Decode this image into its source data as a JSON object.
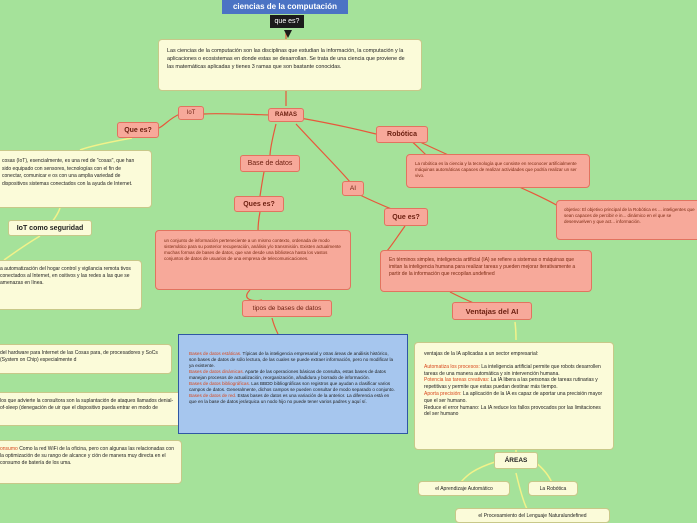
{
  "title": "ciencias de la computación",
  "question_top": "que es?",
  "definition": "Las ciencias de la computación son las disciplinas que estudian la información, la computación y la aplicaciones o ecosistemas en donde estas se desarrollan. Se trata de una ciencia que proviene de las matemáticas aplicadas y tienes 3 ramas que son bastante conocidas.",
  "ramas": "RAMAS",
  "iot": {
    "label": "IoT",
    "question": "Que es?",
    "description": "cosas (IoT), esencialmente, es una red de \"cosas\", que han sido equipado con sensores, tecnologías con el fin de conectar, comunicar e os con una amplia variedad de dispositivos sistemas conectados con la ayuda de Internet.",
    "security_title": "IoT como seguridad",
    "security_text": "a automatización del hogar control y vigilancia remota tivos conectados al Internet, en ositivos y las redes a las que se amenazas en línea.",
    "hardware_text": "del hardware para Internet de las Cosas para, de procesadores y SoCs (System on Chip) especialmente d",
    "attack_text": "los que advierte la consultora son la suplantación de ataques llamados denial-of-sleep (denegación de uir que el dispositivo pueda entrar en modo de",
    "consumo_label": "onsumo",
    "consumo_text": "Como la red WiFi de la oficina, pero con algunas las relacionadas con la optimización de su rango de alcance y ción de manera muy directa en el consumo de batería de los uma."
  },
  "databases": {
    "label": "Base de datos",
    "question": "Ques es?",
    "description": "un conjunto de información perteneciente a un mismo contexto, ordenada de modo sistemático para su posterior recuperación, análisis y/o transmisión. Existen actualmente muchas formas de bases de datos, que van desde una biblioteca hasta los vastos conjuntos de datos de usuarios de una empresa de telecomunicaciones.",
    "types_label": "tipos de bases de datos",
    "types": [
      {
        "name": "Bases de datos estáticas.",
        "text": " Típicas de la inteligencia empresarial y otras áreas de análisis histórico, son bases de datos de sólo lectura, de las cuales se puede extraer información, pero no modificar la ya existente."
      },
      {
        "name": "Bases de datos dinámicas.",
        "text": " Aparte de las operaciones básicas de consulta, estas bases de datos manejan procesos de actualización, reorganización, añadidura y borrado de información."
      },
      {
        "name": "Bases de datos bibliográficas.",
        "text": " Las BBDD bibliográficas son registros que ayudan a clasificar varios campos de datos. Generalmente, dichos campos se pueden consultar de modo separado o conjunto."
      },
      {
        "name": "Bases de datos de red.",
        "text": " Estas bases de datos es una variación de la anterior. La diferencia está en que en la base de datos jerárquica un nodo hijo no puede tener varios padres y aquí sí."
      }
    ]
  },
  "robotica": {
    "label": "Robótica",
    "description": "La robótica es la ciencia y la tecnología que consiste en reconocer artificialmente máquinas automáticas capaces de realizar actividades que podría realizar un ser vivo.",
    "objective": "objetivo: El objetivo principal de la Robótica es ... inteligentes que sean capaces de percibir e in... dinámico en el que se desenvuelven y que act... información."
  },
  "ai": {
    "label": "AI",
    "question": "Que es?",
    "description": "En términos simples, inteligencia artificial (IA) se refiere a sistemas o máquinas que imitan la inteligencia humana para realizar tareas y pueden mejorar iterativamente a partir de la información que recopilan.undefined",
    "advantages_label": "Ventajas del AI",
    "advantages_intro": "ventajas de la IA aplicadas a un sector empresarial:",
    "advantages": [
      {
        "name": "Automatiza los procesos:",
        "text": " La inteligencia artificial permite que robots desarrollen tareas de una manera automática y sin intervención humana."
      },
      {
        "name": "Potencia las tareas creativas:",
        "text": " La IA libera a las personas de tareas rutinarias y repetitivas y permite que estas puedan destinar más tiempo."
      },
      {
        "name": "Aporta precisión:",
        "text": " La aplicación de la IA es capaz de aportar una precisión mayor que el ser humano."
      },
      {
        "name": "",
        "text": "Reduce el error humano: La IA reduce los fallos provocados por las limitaciones del ser humano"
      }
    ],
    "areas_label": "ÁREAS",
    "areas": [
      "el Aprendizaje Automático",
      "La Robótica",
      "el Procesamiento del Lenguaje Naturalundefined"
    ]
  },
  "colors": {
    "background": "#a5e29a",
    "title": "#4b73c4",
    "pill": "#f7a99a",
    "note": "#fbfbd9",
    "highlight_box": "#a6c6ee",
    "connector": "#e8573b",
    "connector_yellow": "#f2f28a"
  }
}
